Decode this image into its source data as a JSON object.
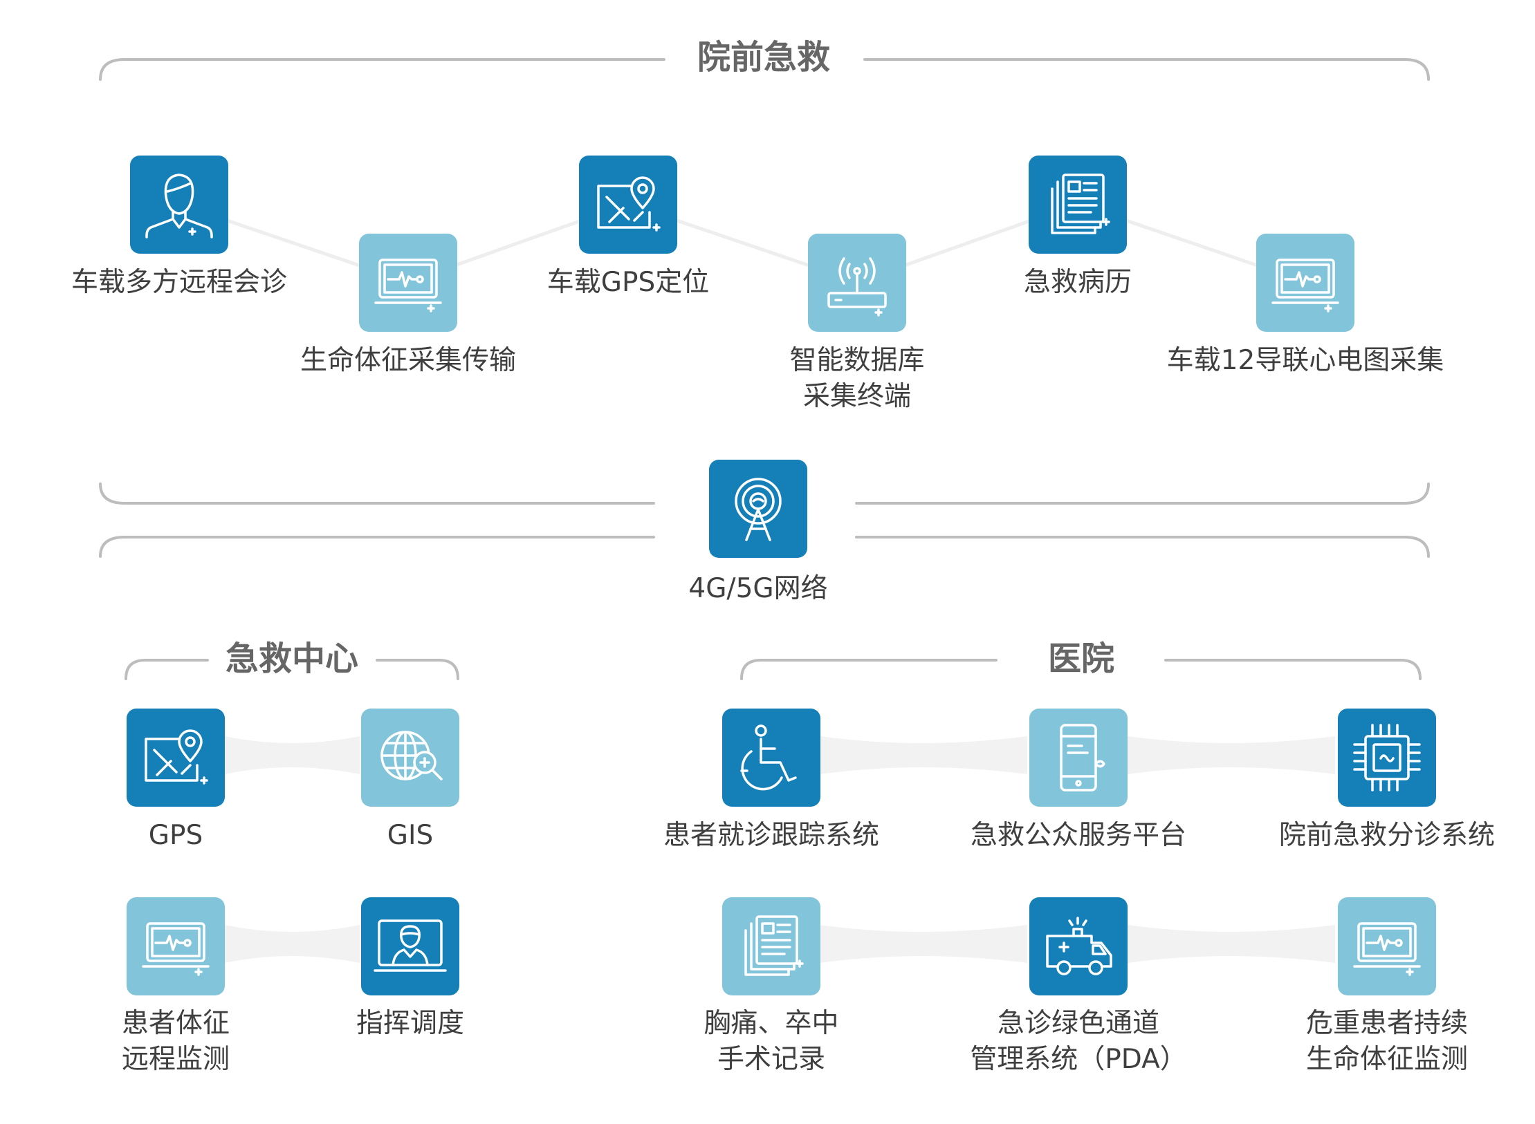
{
  "sections": {
    "prehospital": "院前急救",
    "center": "急救中心",
    "hospital": "医院"
  },
  "network": {
    "label": "4G/5G网络",
    "icon": "signal-tower-icon"
  },
  "prehospital_items": [
    {
      "label": "车载多方远程会诊",
      "icon": "doctor-icon"
    },
    {
      "label": "生命体征采集传输",
      "icon": "vital-monitor-icon"
    },
    {
      "label": "车载GPS定位",
      "icon": "map-pin-icon"
    },
    {
      "label": "智能数据库",
      "label2": "采集终端",
      "icon": "router-antenna-icon"
    },
    {
      "label": "急救病历",
      "icon": "medical-record-icon"
    },
    {
      "label": "车载12导联心电图采集",
      "icon": "ecg-monitor-icon"
    }
  ],
  "center_items": [
    {
      "label": "GPS",
      "icon": "map-pin-icon"
    },
    {
      "label": "GIS",
      "icon": "globe-search-icon"
    },
    {
      "label": "患者体征",
      "label2": "远程监测",
      "icon": "vital-monitor-icon"
    },
    {
      "label": "指挥调度",
      "icon": "video-operator-icon"
    }
  ],
  "hospital_items": [
    {
      "label": "患者就诊跟踪系统",
      "icon": "wheelchair-icon"
    },
    {
      "label": "急救公众服务平台",
      "icon": "mobile-phone-icon"
    },
    {
      "label": "院前急救分诊系统",
      "icon": "chip-icon"
    },
    {
      "label": "胸痛、卒中",
      "label2": "手术记录",
      "icon": "medical-record-icon"
    },
    {
      "label": "急诊绿色通道",
      "label2": "管理系统（PDA）",
      "icon": "ambulance-icon"
    },
    {
      "label": "危重患者持续",
      "label2": "生命体征监测",
      "icon": "vital-monitor-icon"
    }
  ],
  "colors": {
    "tile_dark": "#1580b8",
    "tile_light": "#82c4da",
    "bracket": "#b8b8b8",
    "text": "#3f3f3f"
  }
}
